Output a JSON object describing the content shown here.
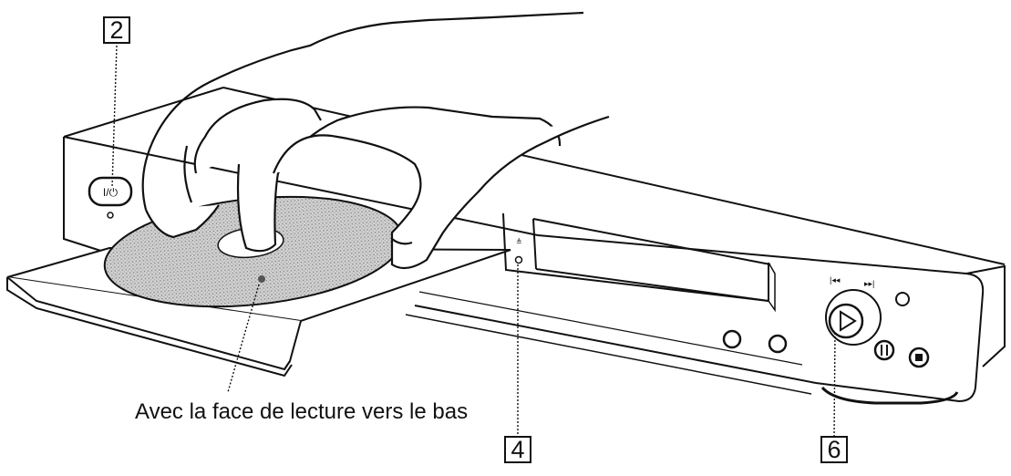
{
  "callouts": {
    "power": "2",
    "tray_open_close": "4",
    "play": "6"
  },
  "caption": "Avec la face de lecture vers le bas",
  "button_labels": {
    "power_switch": "I/⏻"
  },
  "icons": [
    "hand-illustration",
    "disc-illustration",
    "dvd-player-illustration",
    "play-icon",
    "pause-icon",
    "stop-icon",
    "previous-icon",
    "next-icon"
  ]
}
